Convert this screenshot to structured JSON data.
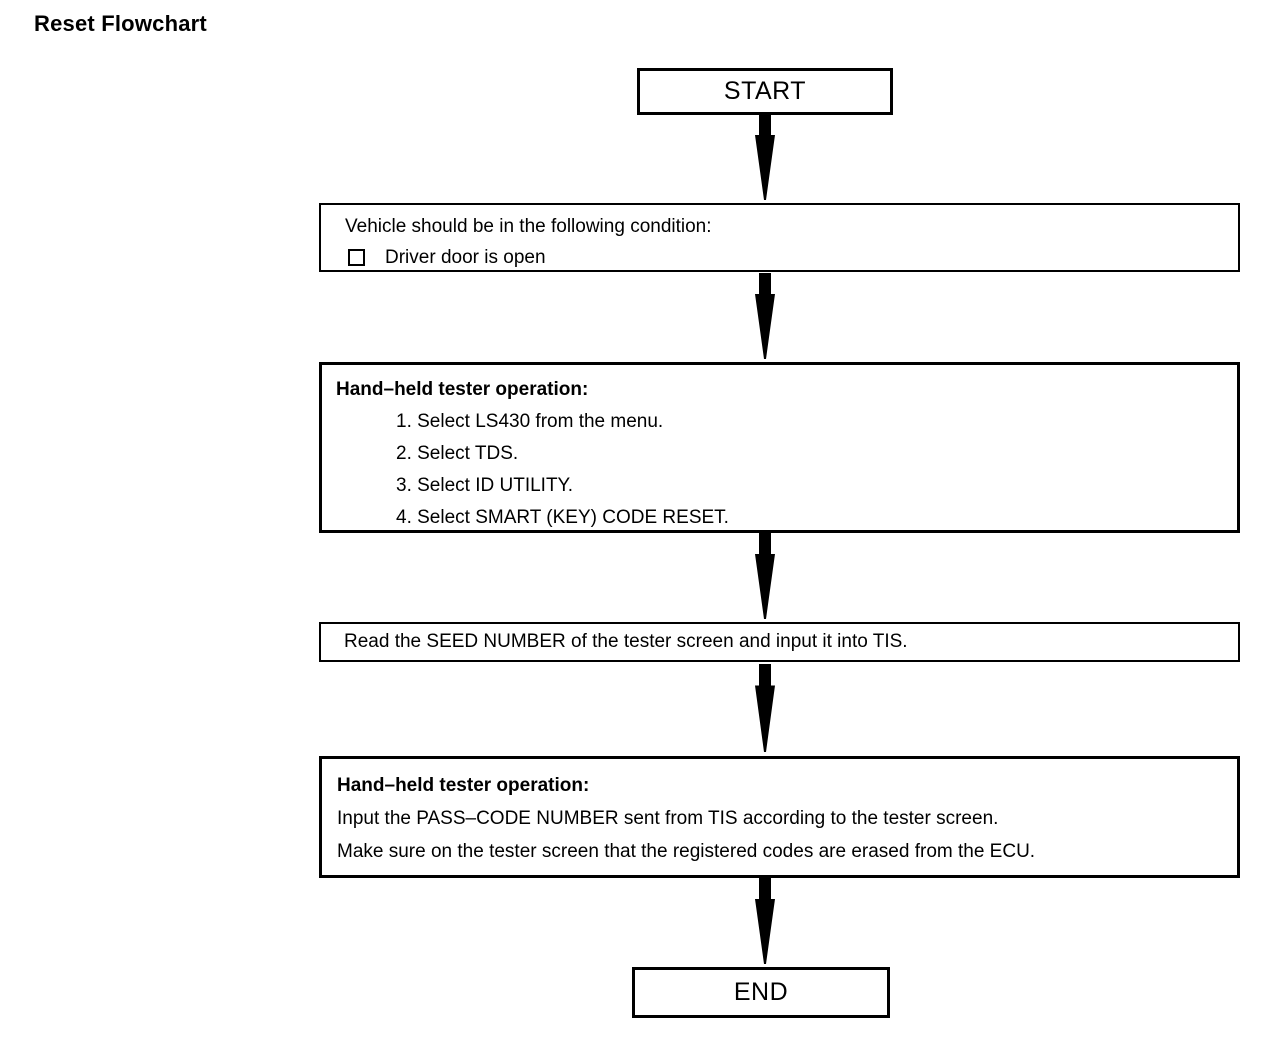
{
  "page": {
    "title": "Reset Flowchart"
  },
  "flowchart": {
    "start_label": "START",
    "end_label": "END",
    "condition_box": {
      "heading": "Vehicle should be in the following condition:",
      "checklist": [
        {
          "label": "Driver door is open",
          "checked": false
        }
      ]
    },
    "tester_box_1": {
      "header": "Hand–held tester operation:",
      "items": [
        "1. Select LS430 from the menu.",
        "2. Select TDS.",
        "3. Select ID UTILITY.",
        "4. Select SMART (KEY) CODE RESET."
      ]
    },
    "instruction_box": {
      "text": "Read the SEED NUMBER of the tester screen and input it into TIS."
    },
    "tester_box_2": {
      "header": "Hand–held tester operation:",
      "lines": [
        "Input the PASS–CODE NUMBER sent from TIS according to the tester screen.",
        "Make sure on the tester screen that the registered codes are erased from the ECU."
      ]
    }
  },
  "colors": {
    "background": "#ffffff",
    "line": "#000000",
    "text": "#000000",
    "arrow": "#000000"
  }
}
